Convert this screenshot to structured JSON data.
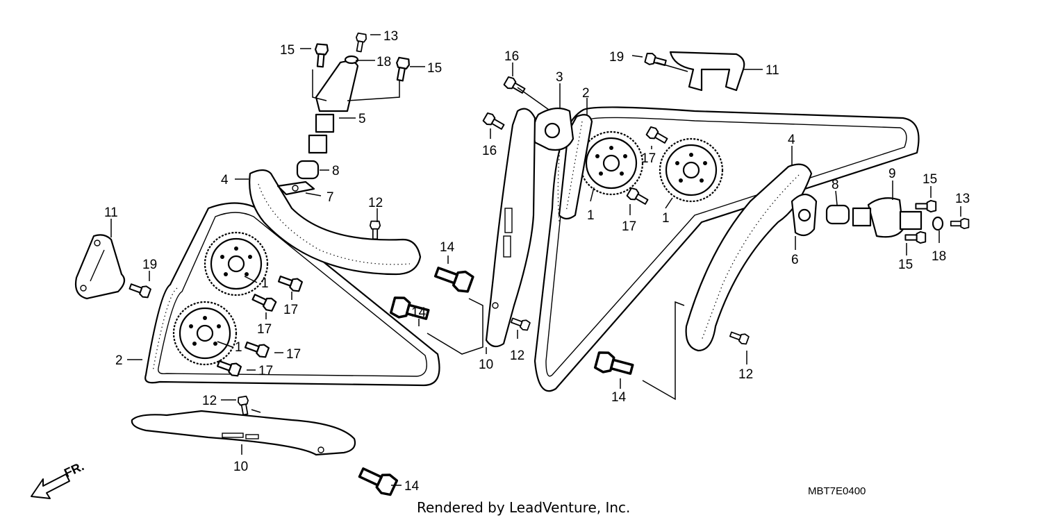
{
  "callouts": {
    "c1a": "1",
    "c1b": "1",
    "c1c": "1",
    "c1d": "1",
    "c2a": "2",
    "c2b": "2",
    "c3": "3",
    "c4a": "4",
    "c4b": "4",
    "c5": "5",
    "c6": "6",
    "c7": "7",
    "c8a": "8",
    "c8b": "8",
    "c9": "9",
    "c10a": "10",
    "c10b": "10",
    "c11a": "11",
    "c11b": "11",
    "c12a": "12",
    "c12b": "12",
    "c12c": "12",
    "c12d": "12",
    "c13a": "13",
    "c13b": "13",
    "c14a": "14",
    "c14b": "14",
    "c14c": "14",
    "c14d": "14",
    "c15a": "15",
    "c15b": "15",
    "c15c": "15",
    "c15d": "15",
    "c16a": "16",
    "c16b": "16",
    "c17a": "17",
    "c17b": "17",
    "c17c": "17",
    "c17d": "17",
    "c17e": "17",
    "c17f": "17",
    "c18a": "18",
    "c18b": "18",
    "c19a": "19",
    "c19b": "19"
  },
  "diagram_code": "MBT7E0400",
  "credit": "Rendered by LeadVenture, Inc.",
  "direction_label": "FR.",
  "icons": {
    "front_direction": "front-arrow-icon"
  },
  "colors": {
    "ink": "#000000",
    "paper": "#ffffff"
  }
}
